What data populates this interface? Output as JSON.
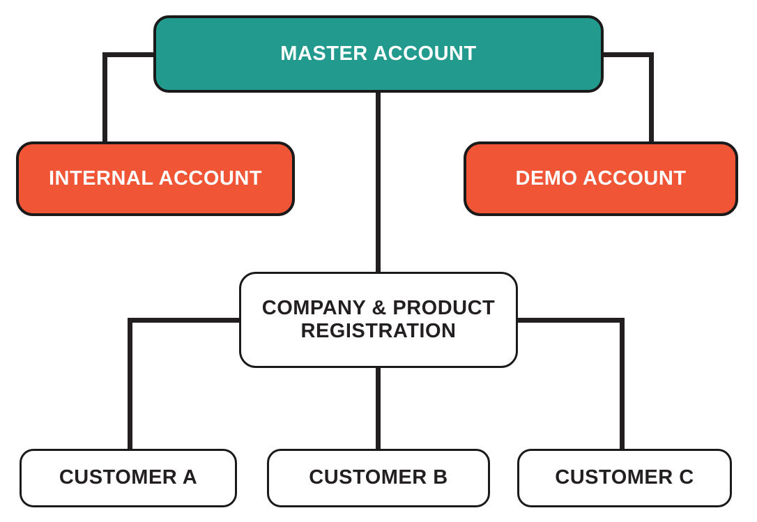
{
  "diagram": {
    "type": "account-hierarchy-flowchart",
    "nodes": {
      "master": {
        "id": "master",
        "label": "MASTER ACCOUNT",
        "fill": "#229B8E",
        "text_color": "#FFFFFF",
        "border_color": "#1A1A1A"
      },
      "internal": {
        "id": "internal",
        "label": "INTERNAL ACCOUNT",
        "fill": "#F05536",
        "text_color": "#FFFFFF",
        "border_color": "#1A1A1A"
      },
      "demo": {
        "id": "demo",
        "label": "DEMO ACCOUNT",
        "fill": "#F05536",
        "text_color": "#FFFFFF",
        "border_color": "#1A1A1A"
      },
      "registration": {
        "id": "registration",
        "label": "COMPANY & PRODUCT REGISTRATION",
        "fill": "#FFFFFF",
        "text_color": "#231F20",
        "border_color": "#1A1A1A"
      },
      "customer_a": {
        "id": "customer_a",
        "label": "CUSTOMER A",
        "fill": "#FFFFFF",
        "text_color": "#231F20",
        "border_color": "#1A1A1A"
      },
      "customer_b": {
        "id": "customer_b",
        "label": "CUSTOMER B",
        "fill": "#FFFFFF",
        "text_color": "#231F20",
        "border_color": "#1A1A1A"
      },
      "customer_c": {
        "id": "customer_c",
        "label": "CUSTOMER C",
        "fill": "#FFFFFF",
        "text_color": "#231F20",
        "border_color": "#1A1A1A"
      }
    },
    "edges": [
      {
        "from": "master",
        "to": "internal",
        "style": "elbow-left"
      },
      {
        "from": "master",
        "to": "demo",
        "style": "elbow-right"
      },
      {
        "from": "master",
        "to": "registration",
        "style": "straight-down"
      },
      {
        "from": "registration",
        "to": "customer_a",
        "style": "elbow-left"
      },
      {
        "from": "registration",
        "to": "customer_b",
        "style": "straight-down"
      },
      {
        "from": "registration",
        "to": "customer_c",
        "style": "elbow-right"
      }
    ],
    "colors": {
      "teal": "#229B8E",
      "orange": "#F05536",
      "line": "#231F20",
      "node_border": "#1A1A1A",
      "background": "#FFFFFF"
    }
  }
}
